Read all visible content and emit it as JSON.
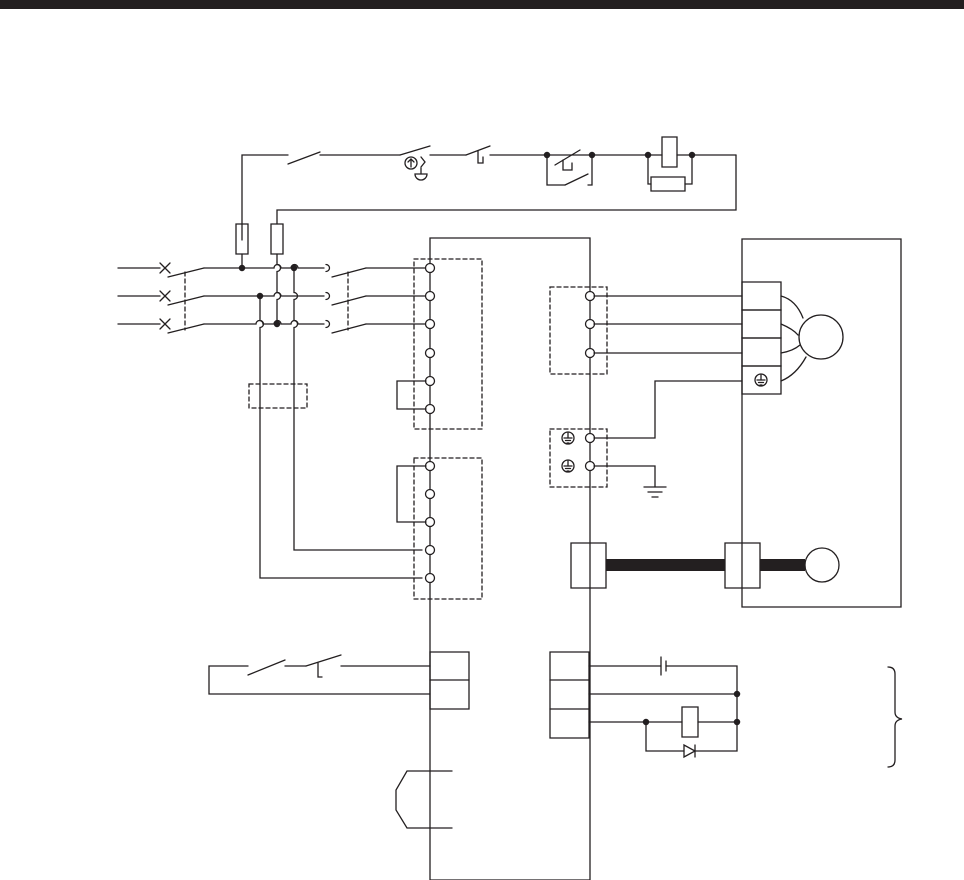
{
  "diagram": {
    "type": "wiring-diagram",
    "colors": {
      "line": "#231f20",
      "background": "#ffffff",
      "header_bar": "#231f20"
    },
    "components": [
      "header-bar",
      "emergency-stop-circuit",
      "control-circuit-fuses",
      "three-phase-supply-lines",
      "circuit-breaker",
      "magnetic-contactor",
      "servo-amplifier",
      "power-terminal-block",
      "regenerative-terminal-block",
      "motor-output-terminals",
      "protective-earth-terminals",
      "servo-motor",
      "encoder-cable",
      "io-connector",
      "forced-stop-switch",
      "relay-with-diode",
      "dc-supply",
      "display-connector",
      "brace"
    ]
  }
}
